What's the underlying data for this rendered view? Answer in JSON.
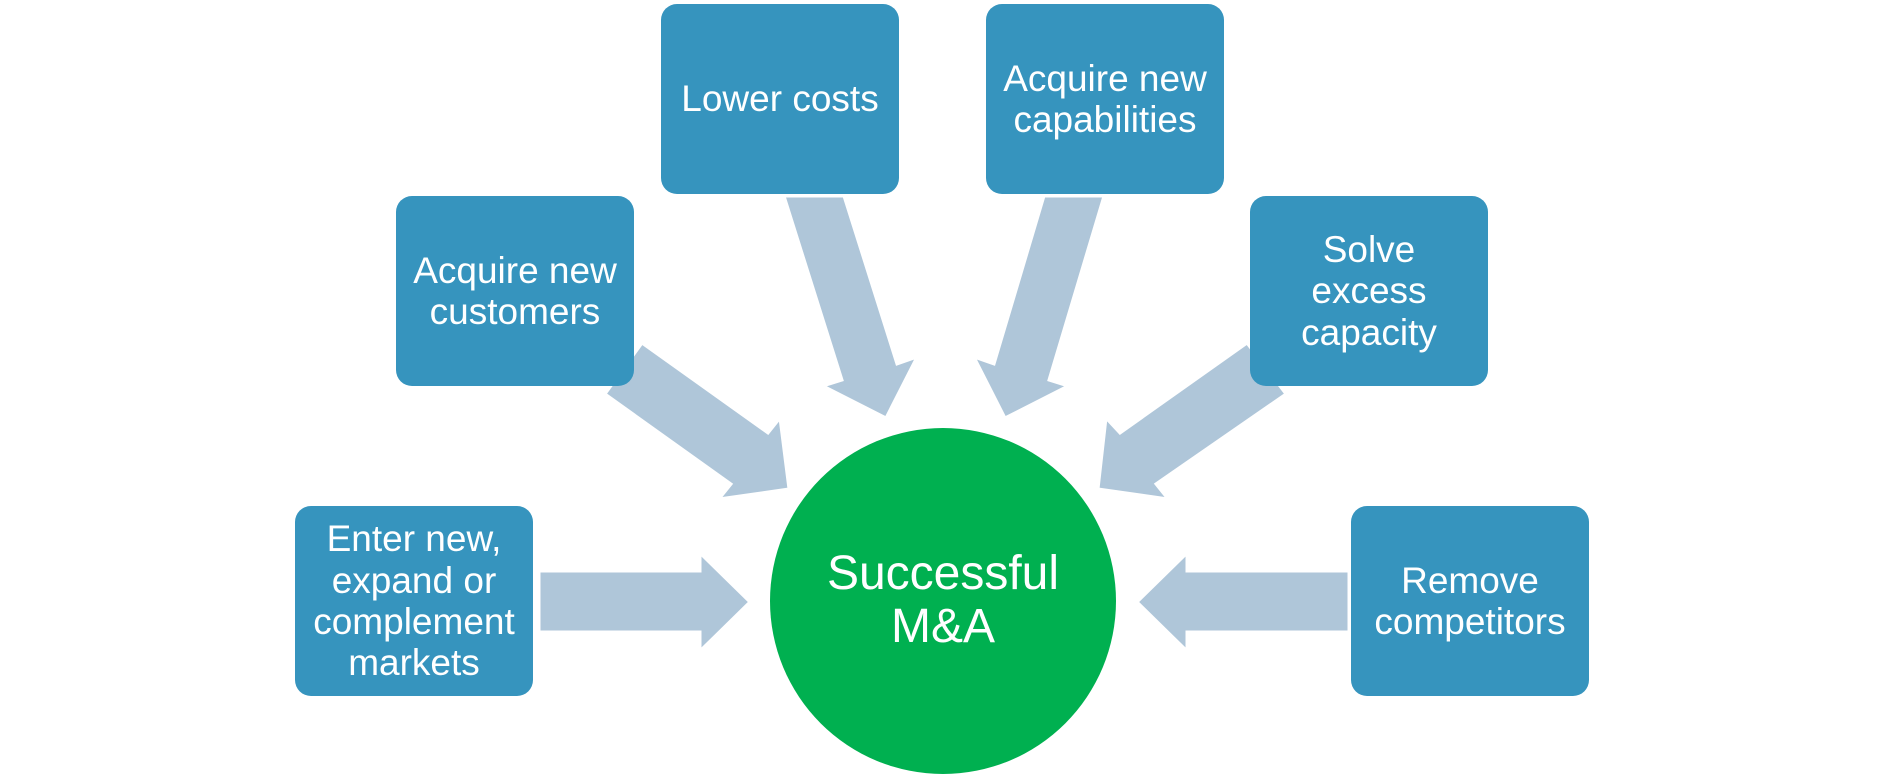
{
  "center": {
    "label": "Successful\nM&A"
  },
  "drivers": [
    {
      "id": "enter-markets",
      "label": "Enter new,\nexpand or\ncomplement\nmarkets"
    },
    {
      "id": "acquire-customers",
      "label": "Acquire new\ncustomers"
    },
    {
      "id": "lower-costs",
      "label": "Lower costs"
    },
    {
      "id": "acquire-capabilities",
      "label": "Acquire new\ncapabilities"
    },
    {
      "id": "solve-capacity",
      "label": "Solve\nexcess\ncapacity"
    },
    {
      "id": "remove-competitors",
      "label": "Remove\ncompetitors"
    }
  ],
  "colors": {
    "box": "#3694be",
    "arrow": "#afc6d9",
    "center": "#00b050",
    "text": "#ffffff"
  }
}
